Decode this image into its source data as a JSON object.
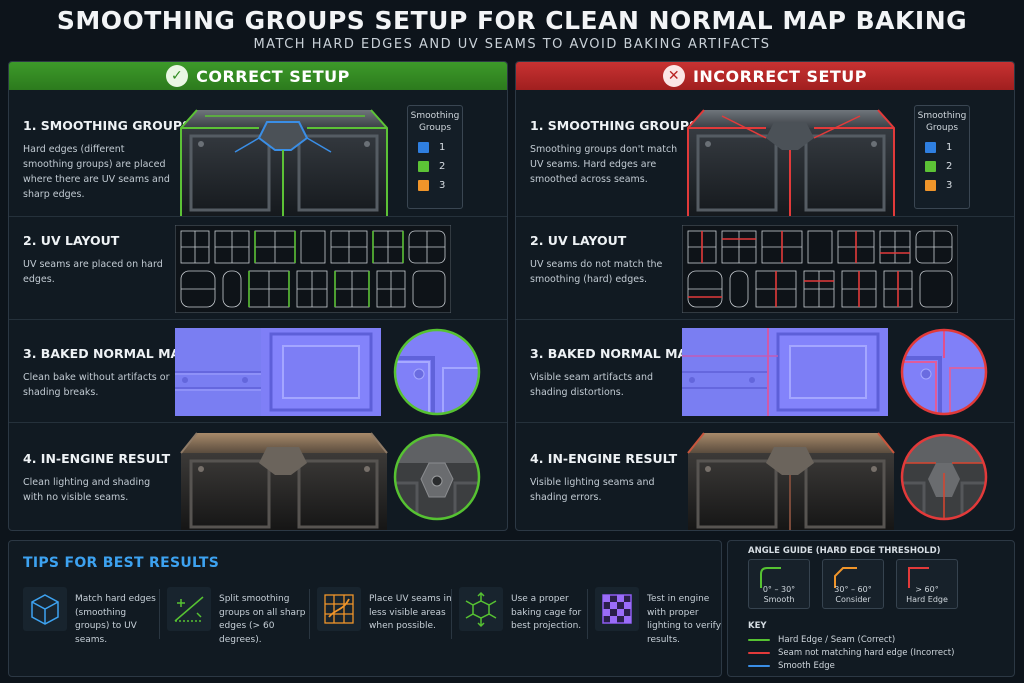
{
  "header": {
    "title": "SMOOTHING GROUPS SETUP FOR CLEAN NORMAL MAP BAKING",
    "subtitle": "MATCH HARD EDGES AND UV SEAMS TO AVOID BAKING ARTIFACTS"
  },
  "colors": {
    "correct": "#56c232",
    "incorrect": "#e23a3a",
    "smooth": "#3a8ee6",
    "group1": "#2f7fe0",
    "group2": "#5cc236",
    "group3": "#f0952a",
    "normal_map": "#7f7ff7"
  },
  "correct": {
    "banner": "CORRECT SETUP",
    "icon": "check-icon",
    "rows": [
      {
        "title": "1. SMOOTHING GROUPS",
        "desc": "Hard edges (different smoothing groups) are placed where there are UV seams and sharp edges."
      },
      {
        "title": "2. UV LAYOUT",
        "desc": "UV seams are placed on hard edges."
      },
      {
        "title": "3. BAKED NORMAL MAP",
        "desc": "Clean bake without artifacts or shading breaks."
      },
      {
        "title": "4. IN-ENGINE RESULT",
        "desc": "Clean lighting and shading with no visible seams."
      }
    ]
  },
  "incorrect": {
    "banner": "INCORRECT SETUP",
    "icon": "cross-icon",
    "rows": [
      {
        "title": "1. SMOOTHING GROUPS",
        "desc": "Smoothing groups don't match UV seams. Hard edges are smoothed across seams."
      },
      {
        "title": "2. UV LAYOUT",
        "desc": "UV seams do not match the smoothing (hard) edges."
      },
      {
        "title": "3. BAKED NORMAL MAP",
        "desc": "Visible seam artifacts and shading distortions."
      },
      {
        "title": "4. IN-ENGINE RESULT",
        "desc": "Visible lighting seams and shading errors."
      }
    ]
  },
  "smoothing_legend": {
    "title": "Smoothing Groups",
    "items": [
      "1",
      "2",
      "3"
    ]
  },
  "tips": {
    "title": "TIPS FOR BEST RESULTS",
    "items": [
      {
        "icon": "cube-icon",
        "text": "Match hard edges (smoothing groups) to UV seams."
      },
      {
        "icon": "split-edge-icon",
        "text": "Split smoothing groups on all sharp edges (> 60 degrees)."
      },
      {
        "icon": "uv-grid-icon",
        "text": "Place UV seams in less visible areas when possible."
      },
      {
        "icon": "cage-icon",
        "text": "Use a proper baking cage for best projection."
      },
      {
        "icon": "checker-icon",
        "text": "Test in engine with proper lighting to verify results."
      }
    ]
  },
  "angle_guide": {
    "title": "ANGLE GUIDE (HARD EDGE THRESHOLD)",
    "items": [
      {
        "range": "0° – 30°",
        "label": "Smooth",
        "color": "#56c232"
      },
      {
        "range": "30° – 60°",
        "label": "Consider",
        "color": "#f0952a"
      },
      {
        "range": "> 60°",
        "label": "Hard Edge",
        "color": "#e23a3a"
      }
    ]
  },
  "key": {
    "title": "KEY",
    "items": [
      {
        "label": "Hard Edge / Seam (Correct)",
        "color": "#56c232"
      },
      {
        "label": "Seam not matching hard edge (Incorrect)",
        "color": "#e23a3a"
      },
      {
        "label": "Smooth Edge",
        "color": "#3a8ee6"
      }
    ]
  }
}
